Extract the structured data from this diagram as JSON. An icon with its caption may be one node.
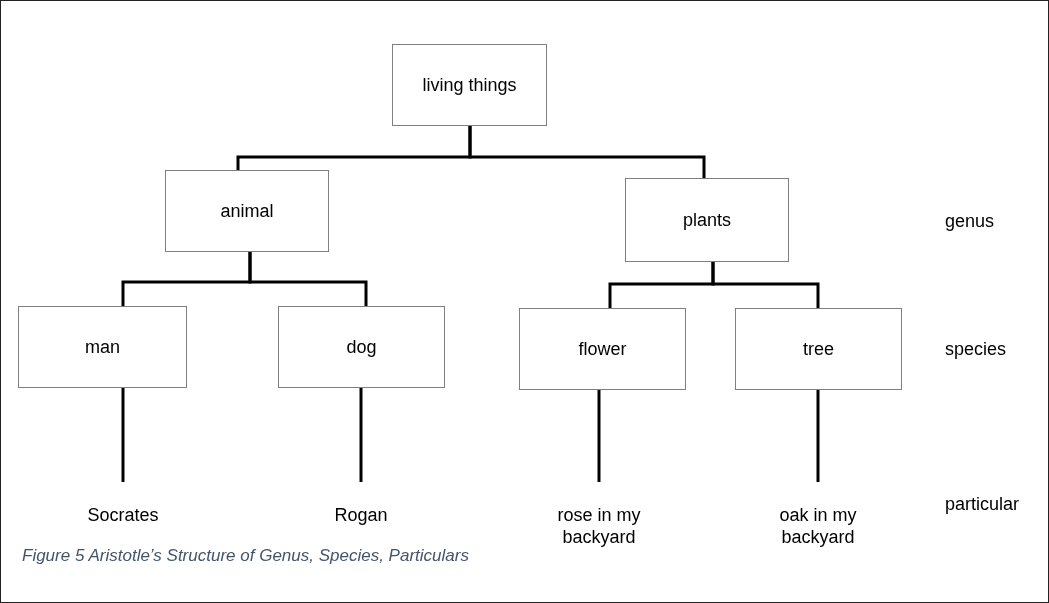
{
  "diagram": {
    "caption": "Figure 5 Aristotle’s Structure of Genus, Species, Particulars",
    "nodes": [
      {
        "text": [
          "living things"
        ]
      },
      {
        "text": [
          "animal"
        ]
      },
      {
        "text": [
          "plants"
        ]
      },
      {
        "text": [
          "man"
        ]
      },
      {
        "text": [
          "dog"
        ]
      },
      {
        "text": [
          "flower"
        ]
      },
      {
        "text": [
          "tree"
        ]
      },
      {
        "text": [
          "Socrates"
        ]
      },
      {
        "text": [
          "Rogan"
        ]
      },
      {
        "text": [
          "rose in my backyard"
        ]
      },
      {
        "text": [
          "oak in my backyard"
        ]
      }
    ],
    "edges": [
      {
        "from": 0,
        "to": 1,
        "arrow": "none"
      },
      {
        "from": 0,
        "to": 2,
        "arrow": "none"
      },
      {
        "from": 1,
        "to": 3,
        "arrow": "none"
      },
      {
        "from": 1,
        "to": 4,
        "arrow": "none"
      },
      {
        "from": 2,
        "to": 5,
        "arrow": "none"
      },
      {
        "from": 2,
        "to": 6,
        "arrow": "none"
      },
      {
        "from": 3,
        "to": 7,
        "arrow": "none"
      },
      {
        "from": 4,
        "to": 8,
        "arrow": "none"
      },
      {
        "from": 5,
        "to": 9,
        "arrow": "none"
      },
      {
        "from": 6,
        "to": 10,
        "arrow": "none"
      }
    ],
    "labels": [
      "genus",
      "species",
      "particular"
    ]
  }
}
